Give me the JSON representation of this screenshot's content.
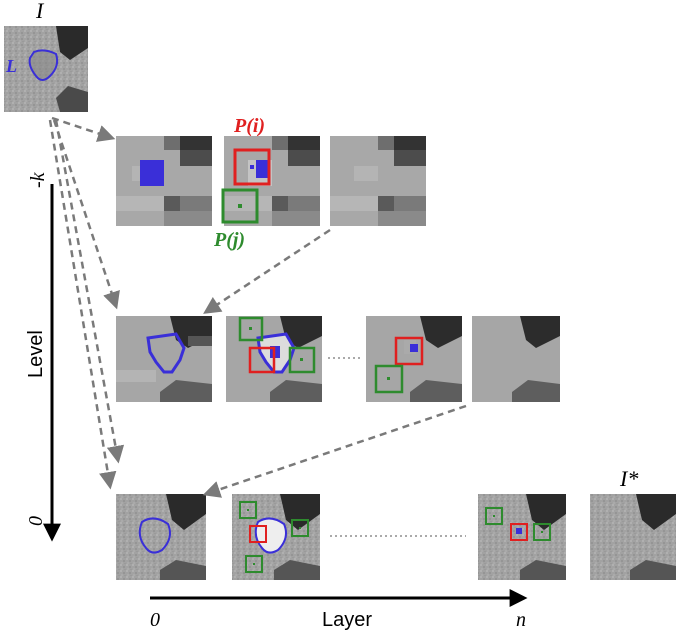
{
  "labels": {
    "input_image": "I",
    "lesion_mask": "L",
    "patch_i": "P(i)",
    "patch_j": "P(j)",
    "level_axis": "Level",
    "level_top": "-k",
    "level_bottom": "0",
    "layer_axis": "Layer",
    "layer_start": "0",
    "layer_end": "n",
    "output_image": "I*"
  },
  "colors": {
    "mask": "#3a2fd8",
    "patch_i": "#e02020",
    "patch_j": "#2e8b2e",
    "arrow": "#7a7a7a",
    "axis": "#000000",
    "tissue": "#9a9a9a"
  },
  "grid": {
    "levels": 3,
    "thumbnails_per_level": [
      3,
      4,
      4
    ]
  }
}
